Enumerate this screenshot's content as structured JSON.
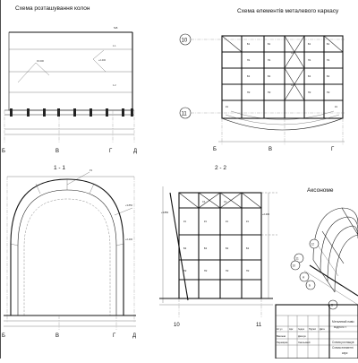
{
  "views": {
    "column_layout": {
      "title": "Схема розташування колон",
      "axes": [
        "Б",
        "В",
        "Г",
        "Д"
      ],
      "top_label": "5кВ"
    },
    "frame_elements": {
      "title": "Схема елементів металевого каркасу",
      "axes": [
        "10",
        "11"
      ],
      "bottom_axes": [
        "Б",
        "В",
        "Г"
      ]
    },
    "section_1_1": {
      "title": "1 - 1",
      "axes": [
        "Б",
        "В",
        "Г",
        "Д"
      ]
    },
    "section_2_2": {
      "title": "2 - 2",
      "axes": [
        "10",
        "11"
      ]
    },
    "axonometry": {
      "title": "Аксономе",
      "axes": [
        "12",
        "11",
        "10",
        "А",
        "Б",
        "В"
      ]
    }
  },
  "title_block": {
    "headers": [
      "Кл.уч",
      "Арк",
      "№док",
      "Підпис",
      "Дата"
    ],
    "roles": [
      "Виконав",
      "Перевірив"
    ],
    "names": [
      "Демчук",
      "Хмельовий"
    ],
    "desc_line1": "Металевий навіс",
    "desc_line2": "водного т",
    "sheet_line1": "Схема розташув",
    "sheet_line2": "Схема елементі",
    "sheet_line3": "карк"
  }
}
